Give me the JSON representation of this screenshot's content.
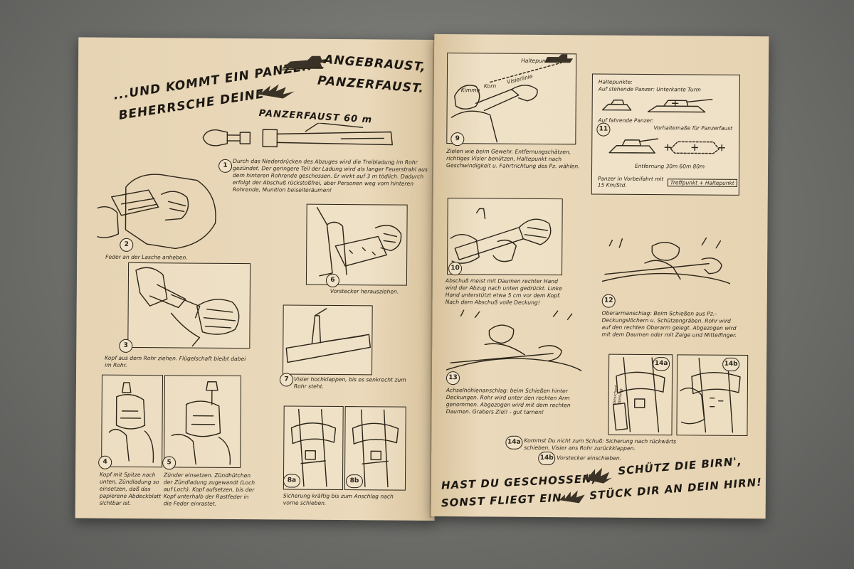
{
  "left_page": {
    "headline_line1a": "...UND KOMMT EIN PANZER",
    "headline_line1b": "ANGEBRAUST,",
    "headline_line2a": "BEHERRSCHE DEINE",
    "headline_line2b": "PANZERFAUST.",
    "subtitle": "PANZERFAUST 60 m",
    "steps": [
      {
        "num": "1",
        "caption": "Durch das Niederdrücken des Abzuges wird die Treibladung im Rohr gezündet. Der geringere Teil der Ladung wird als langer Feuerstrahl aus dem hinteren Rohrende geschossen. Er wirkt auf 3 m tödlich. Dadurch erfolgt der Abschuß rückstoßfrei, aber Personen weg vom hinteren Rohrende, Munition beiseiteräumen!"
      },
      {
        "num": "2",
        "caption": "Feder an der Lasche anheben."
      },
      {
        "num": "3",
        "caption": "Kopf aus dem Rohr ziehen. Flügelschaft bleibt dabei im Rohr."
      },
      {
        "num": "4",
        "caption": "Kopf mit Spitze nach unten, Zündladung so einsetzen, daß das papierene Abdeckblatt sichtbar ist."
      },
      {
        "num": "5",
        "caption": "Zünder einsetzen. Zündhütchen der Zündladung zugewandt (Loch auf Loch). Kopf aufsetzen, bis der Kopf unterhalb der Rastfeder in die Feder einrastet."
      },
      {
        "num": "6",
        "caption": "Vorstecker herausziehen."
      },
      {
        "num": "7",
        "caption": "Visier hochklappen, bis es senkrecht zum Rohr steht."
      },
      {
        "num": "8a",
        "caption": ""
      },
      {
        "num": "8b",
        "caption": "Sicherung kräftig bis zum Anschlag nach vorne schieben."
      }
    ]
  },
  "right_page": {
    "panel9_labels": {
      "kimme": "Kimme",
      "korn": "Korn",
      "haltepunkt": "Haltepunkt",
      "visier": "Visierlinie"
    },
    "steps": [
      {
        "num": "9",
        "caption": "Zielen wie beim Gewehr. Entfernungschätzen, richtiges Visier benützen, Haltepunkt nach Geschwindigkeit u. Fahrtrichtung des Pz. wählen."
      },
      {
        "num": "10",
        "caption": "Abschuß meist mit Daumen rechter Hand wird der Abzug nach unten gedrückt. Linke Hand unterstützt etwa 5 cm vor dem Kopf. Nach dem Abschuß volle Deckung!"
      },
      {
        "num": "12",
        "caption": "Oberarmanschlag: Beim Schießen aus Pz.-Deckungslöchern u. Schützengräben. Rohr wird auf den rechten Oberarm gelegt. Abgezogen wird mit dem Daumen oder mit Zeige und Mittelfinger."
      },
      {
        "num": "13",
        "caption": "Achselhöhlenanschlag: beim Schießen hinter Deckungen. Rohr wird unter den rechten Arm genommen. Abgezogen wird mit dem rechten Daumen. Grabers Ziel! - gut tarnen!"
      },
      {
        "num": "14a",
        "caption": "Kommst Du nicht zum Schuß: Sicherung nach rückwärts schieben, Visier ans Rohr zurückklappen."
      },
      {
        "num": "14b",
        "caption": "Vorstecker einschieben."
      }
    ],
    "box11": {
      "num": "11",
      "title1": "Haltepunkte:",
      "title2": "Auf stehende Panzer: Unterkante Turm",
      "title3": "Auf fahrende Panzer:",
      "title4": "Vorhaltemaße für Panzerfaust",
      "distance": "Entfernung 30m   60m   80m",
      "note": "Panzer in Vorbeifahrt mit 15 Km/Std.",
      "legend": "Treffpunkt + Haltepunkt"
    },
    "tag_14a": "Gesichert Stellung",
    "headline_line1a": "HAST DU GESCHOSSEN,",
    "headline_line1b": "SCHÜTZ DIE BIRN',",
    "headline_line2a": "SONST FLIEGT EIN",
    "headline_line2b": "STÜCK DIR AN DEIN HIRN!"
  }
}
